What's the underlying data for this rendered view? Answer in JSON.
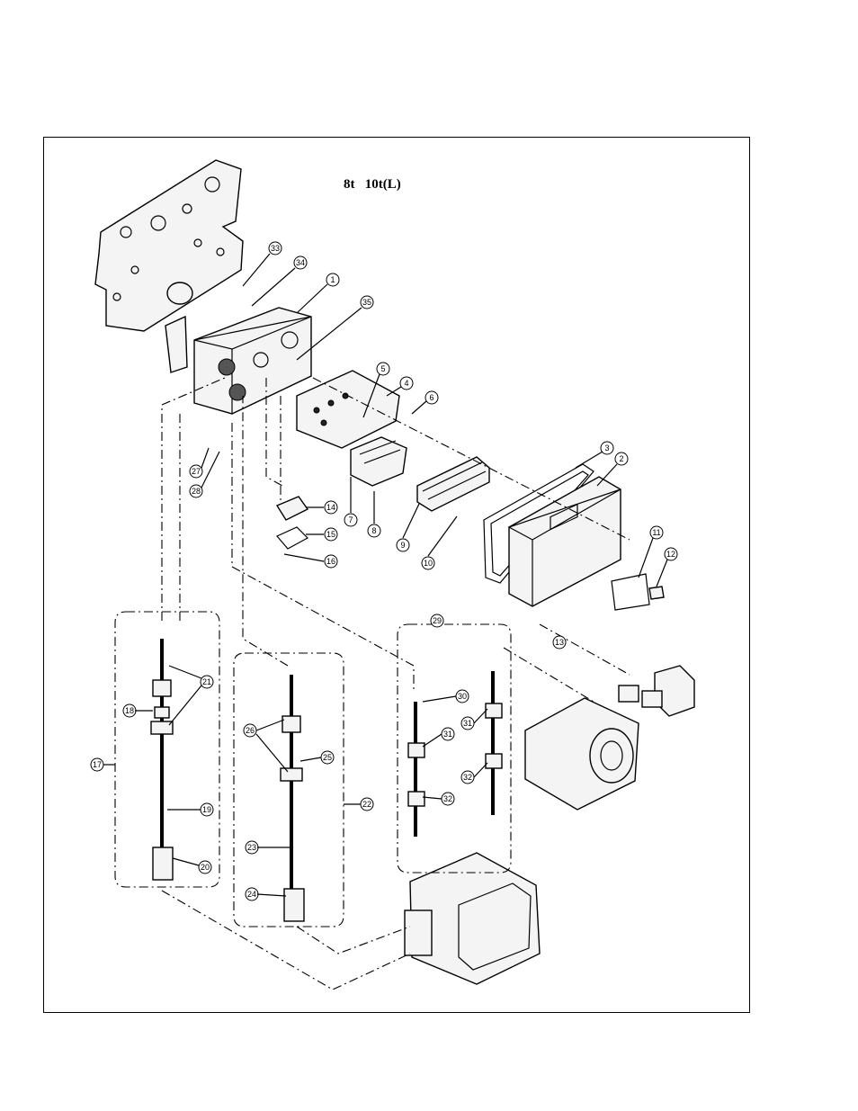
{
  "title": "8t   10t(L)",
  "callouts": [
    "1",
    "2",
    "3",
    "4",
    "5",
    "6",
    "7",
    "8",
    "9",
    "10",
    "11",
    "12",
    "13",
    "14",
    "15",
    "16",
    "17",
    "18",
    "19",
    "20",
    "21",
    "22",
    "23",
    "24",
    "25",
    "26",
    "27",
    "28",
    "29",
    "30",
    "31",
    "32",
    "33",
    "34",
    "35"
  ]
}
